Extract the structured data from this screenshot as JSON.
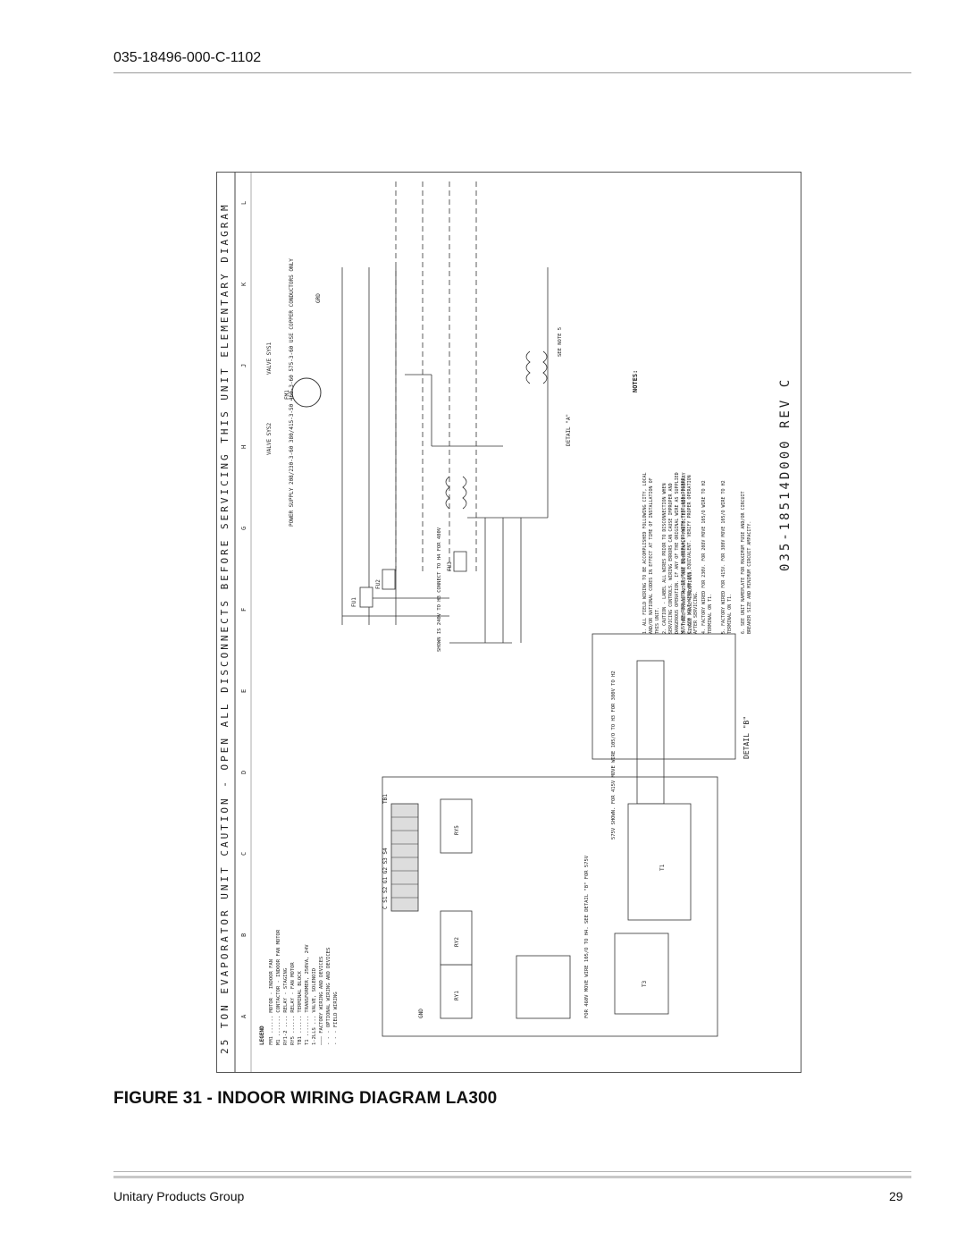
{
  "header": {
    "doc_number": "035-18496-000-C-1102"
  },
  "figure": {
    "caption": "FIGURE 31 - INDOOR WIRING DIAGRAM LA300",
    "diagram": {
      "title_banner": "25 TON EVAPORATOR UNIT   CAUTION - OPEN ALL DISCONNECTS BEFORE SERVICING THIS UNIT   ELEMENTARY DIAGRAM",
      "drawing_number": "035-18514D000  REV C",
      "zone_letters": [
        "A",
        "B",
        "C",
        "D",
        "E",
        "F",
        "G",
        "H",
        "J",
        "K",
        "L"
      ],
      "legend_title": "LEGEND",
      "legend": [
        "FM1 ...... MOTOR - INDOOR FAN",
        "M1 ....... CONTACTOR - INDOOR FAN MOTOR",
        "RY1-2 .... RELAY - STAGING",
        "RY5 ...... RELAY - FAN MOTOR",
        "TB1 ...... TERMINAL BLOCK",
        "T1 ....... TRANSFORMER, 250VA, 24V",
        "1-2LLS ... VALVE, SOLENOID",
        "——— FACTORY WIRING AND DEVICES",
        "- - - OPTIONAL WIRING AND DEVICES",
        "- - - FIELD WIRING"
      ],
      "notes_title": "NOTES:",
      "notes": [
        "1. ALL FIELD WIRING TO BE ACCOMPLISHED FOLLOWING CITY, LOCAL AND/OR NATIONAL CODES IN EFFECT AT TIME OF INSTALLATION OF THIS UNIT.",
        "2. CAUTION - LABEL ALL WIRES PRIOR TO DISCONNECTION WHEN SERVICING CONTROLS. WIRING ERRORS CAN CAUSE IMPROPER AND DANGEROUS OPERATION. IF ANY OF THE ORIGINAL WIRE AS SUPPLIED MUST BE REPLACED, IT MUST BE REPLACED WITH TYPE 105 DEGREE C, 600 VOLT WIRE OR ITS EQUIVALENT. VERIFY PROPER OPERATION AFTER SERVICING.",
        "3. THREE PHASE MOTORS ARE INHERENTLY PROTECTED UNDER PRIMARY SINGLE PHASE CONDITIONS.",
        "4. FACTORY WIRED FOR 230V. FOR 208V MOVE 105/O WIRE TO H2 TERMINAL ON T1.",
        "5. FACTORY WIRED FOR 415V. FOR 380V MOVE 105/O WIRE TO H2 TERMINAL ON T1.",
        "6. SEE UNIT NAMEPLATE FOR MAXIMUM FUSE AND/OR CIRCUIT BREAKER SIZE AND MINIMUM CIRCUIT AMPACITY."
      ],
      "labels": {
        "power_supply": "POWER SUPPLY 208/230-3-60 380/415-3-50 460-3-60 575-3-60 USE COPPER CONDUCTORS ONLY",
        "detail_a": "DETAIL \"A\"",
        "detail_b": "DETAIL \"B\"",
        "transformer_note": "SHOWN IS 240V TO H3 CONNECT TO H4 FOR 480V",
        "see_note": "SEE NOTE 5",
        "detail_b_note": "575V SHOWN. FOR 415V MOVE WIRE 105/O TO H3 FOR 380V TO H2",
        "t1_wire_note": "FOR 460V MOVE WIRE 105/O TO H4. SEE DETAIL \"B\" FOR 575V",
        "tb1_terminals": "C S1 S2 G1 G2 S3 S4",
        "valve_1": "VALVE SYS1",
        "valve_2": "VALVE SYS2",
        "fm1": "FM1",
        "gnd": "GND",
        "grd": "GRD",
        "fu1": "FU1",
        "fu2": "FU2",
        "fu3": "FU3",
        "tb1": "TB1",
        "ry1": "RY1",
        "ry2": "RY2",
        "ry5": "RY5",
        "t1": "T1",
        "t3": "T3"
      }
    }
  },
  "footer": {
    "company": "Unitary Products Group",
    "page_number": "29"
  }
}
